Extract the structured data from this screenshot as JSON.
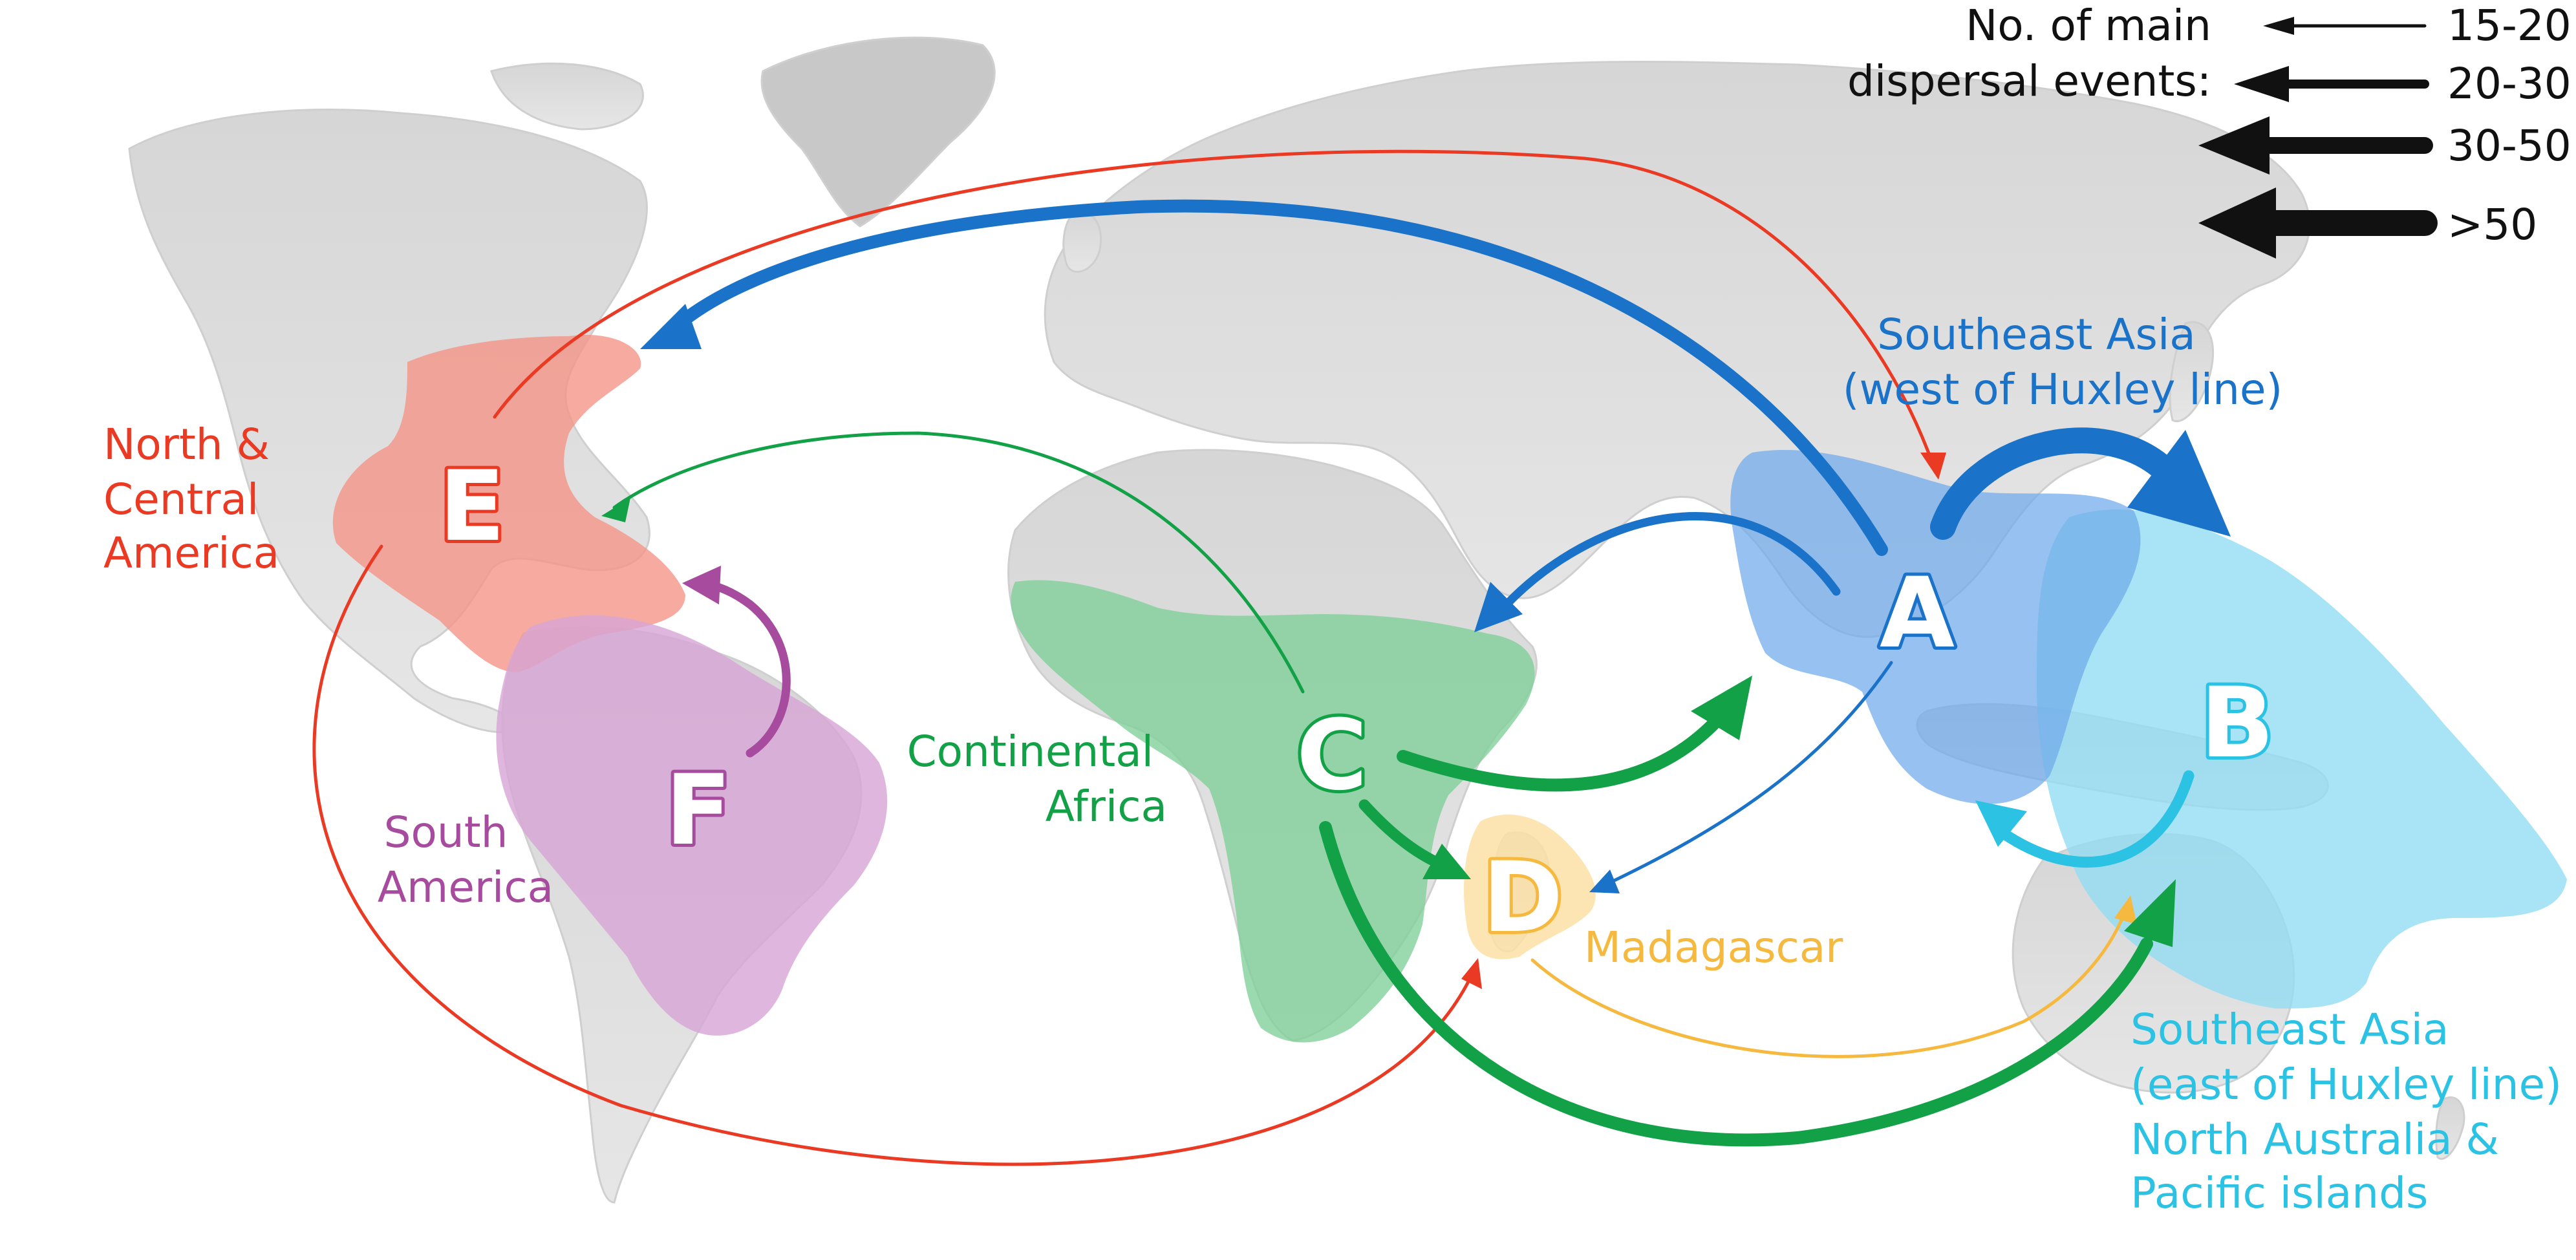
{
  "legend": {
    "title_line1": "No. of main",
    "title_line2": "dispersal events:",
    "items": [
      {
        "label": "15-20"
      },
      {
        "label": "20-30"
      },
      {
        "label": "30-50"
      },
      {
        "label": ">50"
      }
    ]
  },
  "regions": {
    "A": {
      "letter": "A",
      "label_lines": [
        "Southeast Asia",
        "(west of Huxley line)"
      ],
      "color": "#1a73c9",
      "fill": "#6fa9ea"
    },
    "B": {
      "letter": "B",
      "label_lines": [
        "Southeast Asia",
        "(east of Huxley line)",
        "North Australia &",
        "Pacific islands"
      ],
      "color": "#2bc2e3",
      "fill": "#8fdcf2"
    },
    "C": {
      "letter": "C",
      "label_lines": [
        "Continental",
        "Africa"
      ],
      "color": "#12a146",
      "fill": "#7fcf98"
    },
    "D": {
      "letter": "D",
      "label_lines": [
        "Madagascar"
      ],
      "color": "#f5b940",
      "fill": "#fbe1a4"
    },
    "E": {
      "letter": "E",
      "label_lines": [
        "North &",
        "Central",
        "America"
      ],
      "color": "#ea3a24",
      "fill": "#f59385"
    },
    "F": {
      "letter": "F",
      "label_lines": [
        "South",
        "America"
      ],
      "color": "#a74b9e",
      "fill": "#d7a5d6"
    }
  }
}
